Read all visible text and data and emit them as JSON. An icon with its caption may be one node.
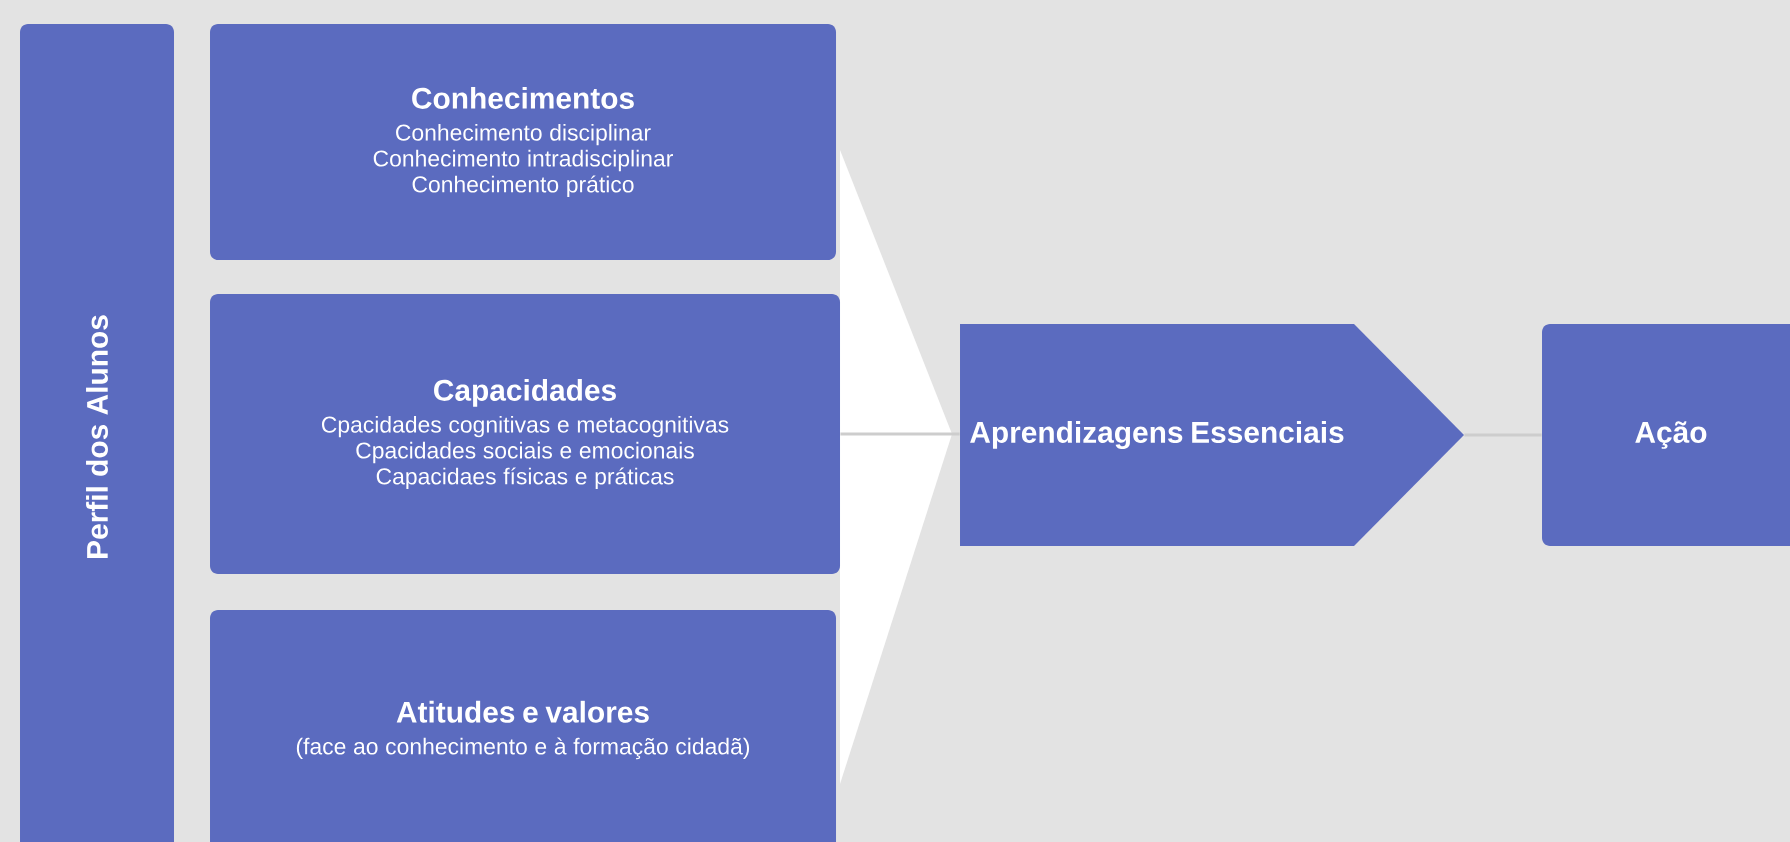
{
  "diagram": {
    "nodes": [
      {
        "text": [
          "Perfil dos Alunos"
        ]
      },
      {
        "text": [
          "Conhecimentos",
          "Conhecimento disciplinar",
          "Conhecimento intradisciplinar",
          "Conhecimento prático"
        ]
      },
      {
        "text": [
          "Capacidades",
          "Cpacidades cognitivas e metacognitivas",
          "Cpacidades sociais e emocionais",
          "Capacidaes físicas e práticas"
        ]
      },
      {
        "text": [
          "Atitudes e valores",
          "(face ao conhecimento e à formação cidadã)"
        ]
      },
      {
        "text": [
          "Aprendizagens Essenciais"
        ]
      },
      {
        "text": [
          "Ação"
        ]
      }
    ],
    "edges": [
      {
        "from": 2,
        "to": 4,
        "arrow": "none"
      },
      {
        "from": 4,
        "to": 5,
        "arrow": "none"
      }
    ]
  }
}
